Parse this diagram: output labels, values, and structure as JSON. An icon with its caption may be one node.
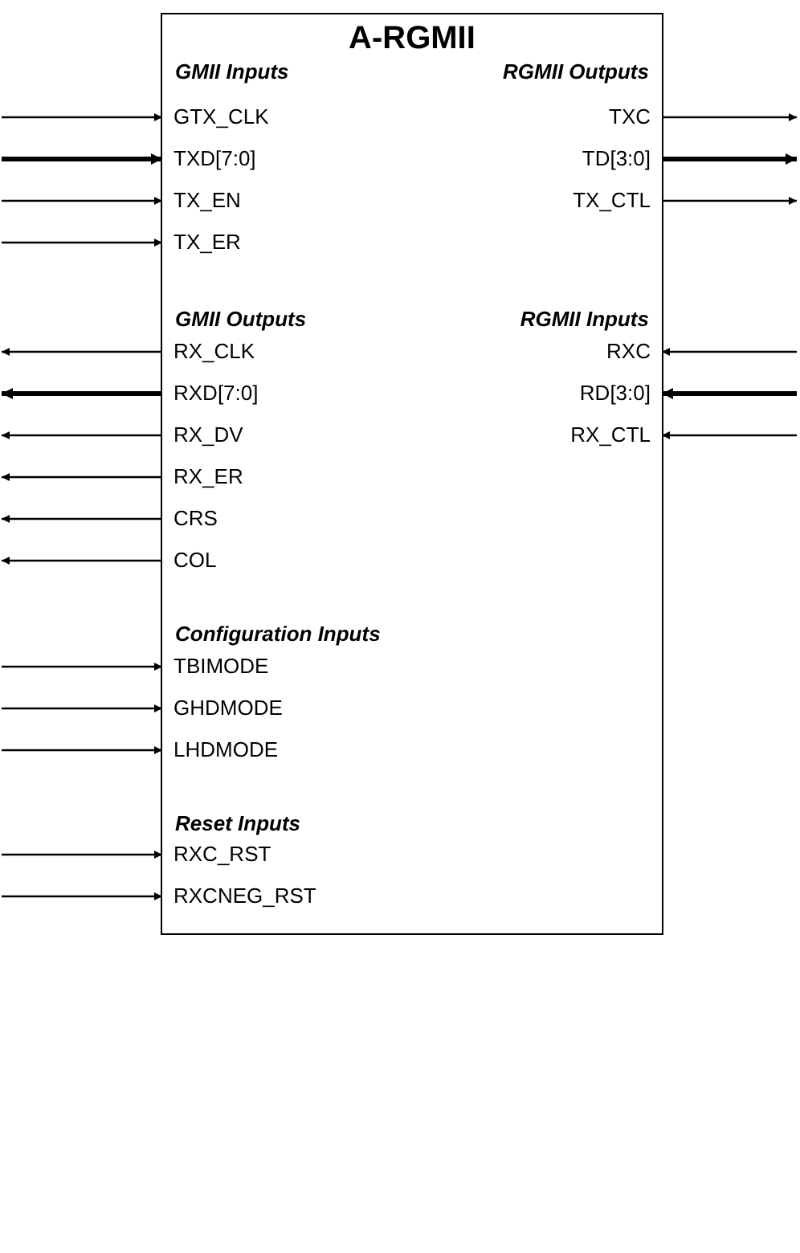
{
  "diagram": {
    "nodes": [
      {
        "text": [
          "A-RGMII",
          "GMII Inputs",
          "RGMII Outputs",
          "GMII Outputs",
          "RGMII Inputs",
          "Configuration Inputs",
          "Reset Inputs"
        ]
      },
      {
        "text": [
          "GTX_CLK"
        ],
        "in": 0
      },
      {
        "text": [
          "TXC"
        ],
        "in": 0
      },
      {
        "text": [
          "TXD[7:0]"
        ],
        "in": 0
      },
      {
        "text": [
          "TD[3:0]"
        ],
        "in": 0
      },
      {
        "text": [
          "TX_EN"
        ],
        "in": 0
      },
      {
        "text": [
          "TX_CTL"
        ],
        "in": 0
      },
      {
        "text": [
          "TX_ER"
        ],
        "in": 0
      },
      {
        "text": [
          "RX_CLK"
        ],
        "in": 0
      },
      {
        "text": [
          "RXC"
        ],
        "in": 0
      },
      {
        "text": [
          "RXD[7:0]"
        ],
        "in": 0
      },
      {
        "text": [
          "RD[3:0]"
        ],
        "in": 0
      },
      {
        "text": [
          "RX_DV"
        ],
        "in": 0
      },
      {
        "text": [
          "RX_CTL"
        ],
        "in": 0
      },
      {
        "text": [
          "RX_ER"
        ],
        "in": 0
      },
      {
        "text": [
          "CRS"
        ],
        "in": 0
      },
      {
        "text": [
          "COL"
        ],
        "in": 0
      },
      {
        "text": [
          "TBIMODE"
        ],
        "in": 0
      },
      {
        "text": [
          "GHDMODE"
        ],
        "in": 0
      },
      {
        "text": [
          "LHDMODE"
        ],
        "in": 0
      },
      {
        "text": [
          "RXC_RST"
        ],
        "in": 0
      },
      {
        "text": [
          "RXCNEG_RST"
        ],
        "in": 0
      }
    ],
    "edges": [
      {
        "from": null,
        "to": 1,
        "arrow": "to"
      },
      {
        "from": 2,
        "to": null,
        "arrow": "to"
      },
      {
        "from": null,
        "to": 3,
        "arrow": "to",
        "style": "thick"
      },
      {
        "from": 4,
        "to": null,
        "arrow": "to",
        "style": "thick"
      },
      {
        "from": null,
        "to": 5,
        "arrow": "to"
      },
      {
        "from": 6,
        "to": null,
        "arrow": "to"
      },
      {
        "from": null,
        "to": 7,
        "arrow": "to"
      },
      {
        "from": 8,
        "to": null,
        "arrow": "to"
      },
      {
        "from": null,
        "to": 9,
        "arrow": "to"
      },
      {
        "from": 10,
        "to": null,
        "arrow": "to",
        "style": "thick"
      },
      {
        "from": null,
        "to": 11,
        "arrow": "to",
        "style": "thick"
      },
      {
        "from": 12,
        "to": null,
        "arrow": "to"
      },
      {
        "from": null,
        "to": 13,
        "arrow": "to"
      },
      {
        "from": 14,
        "to": null,
        "arrow": "to"
      },
      {
        "from": 15,
        "to": null,
        "arrow": "to"
      },
      {
        "from": 16,
        "to": null,
        "arrow": "to"
      },
      {
        "from": null,
        "to": 17,
        "arrow": "to"
      },
      {
        "from": null,
        "to": 18,
        "arrow": "to"
      },
      {
        "from": null,
        "to": 19,
        "arrow": "to"
      },
      {
        "from": null,
        "to": 20,
        "arrow": "to"
      },
      {
        "from": null,
        "to": 21,
        "arrow": "to"
      }
    ]
  }
}
